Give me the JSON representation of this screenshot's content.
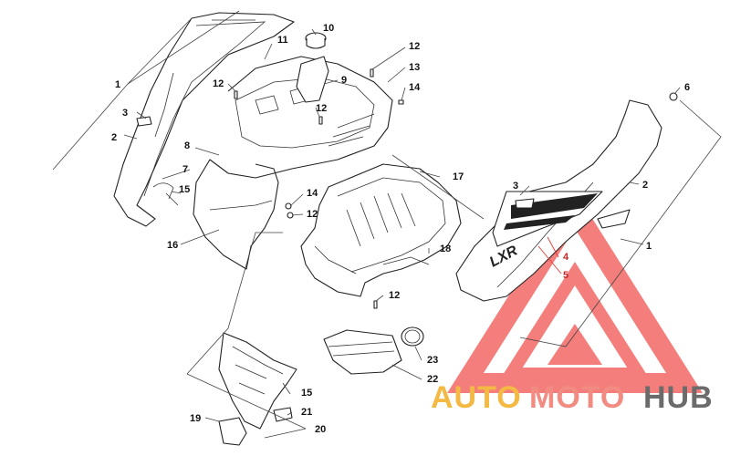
{
  "diagram": {
    "callouts": [
      {
        "id": "c1a",
        "text": "1"
      },
      {
        "id": "c2a",
        "text": "2"
      },
      {
        "id": "c3a",
        "text": "3"
      },
      {
        "id": "c7",
        "text": "7"
      },
      {
        "id": "c15a",
        "text": "15"
      },
      {
        "id": "c16",
        "text": "16"
      },
      {
        "id": "c8",
        "text": "8"
      },
      {
        "id": "c11",
        "text": "11"
      },
      {
        "id": "c10",
        "text": "10"
      },
      {
        "id": "c12a",
        "text": "12"
      },
      {
        "id": "c12b",
        "text": "12"
      },
      {
        "id": "c13",
        "text": "13"
      },
      {
        "id": "c9",
        "text": "9"
      },
      {
        "id": "c12c",
        "text": "12"
      },
      {
        "id": "c14a",
        "text": "14"
      },
      {
        "id": "c14b",
        "text": "14"
      },
      {
        "id": "c12d",
        "text": "12"
      },
      {
        "id": "c17",
        "text": "17"
      },
      {
        "id": "c18",
        "text": "18"
      },
      {
        "id": "c12e",
        "text": "12"
      },
      {
        "id": "c6",
        "text": "6"
      },
      {
        "id": "c2b",
        "text": "2"
      },
      {
        "id": "c3b",
        "text": "3"
      },
      {
        "id": "c1b",
        "text": "1"
      },
      {
        "id": "c4",
        "text": "4"
      },
      {
        "id": "c5",
        "text": "5"
      },
      {
        "id": "c23",
        "text": "23"
      },
      {
        "id": "c22",
        "text": "22"
      },
      {
        "id": "c15b",
        "text": "15"
      },
      {
        "id": "c21",
        "text": "21"
      },
      {
        "id": "c19",
        "text": "19"
      },
      {
        "id": "c20",
        "text": "20"
      }
    ],
    "decal_text": "LXR"
  },
  "watermark": {
    "part1": "AUTO",
    "part2": "MOTO",
    "part3": "HUB",
    "colors": {
      "auto": "#f4b942",
      "moto": "#f28b82",
      "hub": "#6b6b6b",
      "triangle": "#ef5350"
    }
  }
}
